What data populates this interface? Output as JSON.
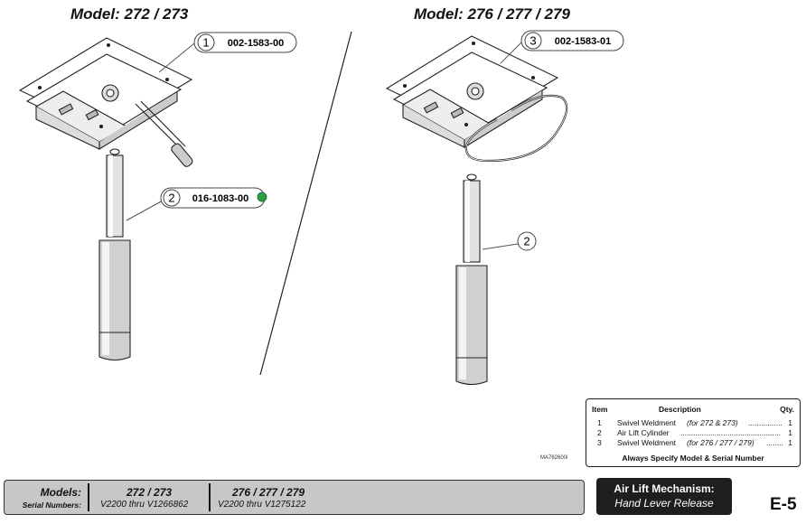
{
  "models_left_title": "Model: 272 / 273",
  "models_right_title": "Model: 276 / 277 / 279",
  "callouts": [
    {
      "num": "1",
      "part": "002-1583-00"
    },
    {
      "num": "2",
      "part": "016-1083-00"
    },
    {
      "num": "3",
      "part": "002-1583-01"
    },
    {
      "num": "2"
    }
  ],
  "status_dot_color": "#2ea043",
  "drawing_id": "MA762600i",
  "parts_table": {
    "headers": {
      "item": "Item",
      "description": "Description",
      "qty": "Qty."
    },
    "rows": [
      {
        "item": "1",
        "desc": "Swivel Weldment",
        "desc_italic": "(for 272 & 273)",
        "leader": "................",
        "qty": "1"
      },
      {
        "item": "2",
        "desc": "Air Lift Cylinder",
        "desc_italic": "",
        "leader": "...............................................",
        "qty": "1"
      },
      {
        "item": "3",
        "desc": "Swivel Weldment",
        "desc_italic": "(for 276 / 277 / 279)",
        "leader": "........",
        "qty": "1"
      }
    ],
    "note": "Always Specify Model & Serial Number"
  },
  "footer": {
    "models_label": "Models:",
    "serial_label": "Serial Numbers:",
    "group1_models": "272 / 273",
    "group1_serials": "V2200  thru  V1266862",
    "group2_models": "276 / 277 / 279",
    "group2_serials": "V2200  thru  V1275122"
  },
  "mechanism": {
    "title": "Air Lift Mechanism:",
    "subtitle": "Hand Lever Release"
  },
  "page_number": "E-5"
}
